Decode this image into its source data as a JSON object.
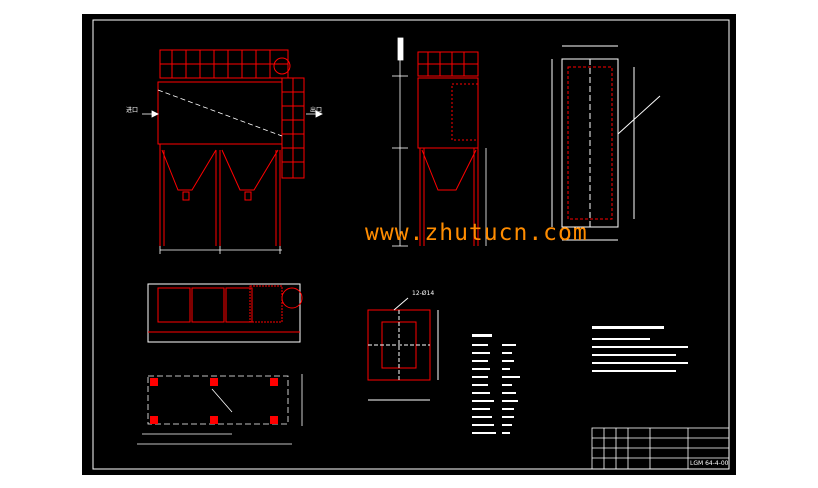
{
  "watermark": {
    "text": "www.zhutucn.com",
    "color": "#ff8c00"
  },
  "colors": {
    "background": "#000000",
    "outline": "#ff0000",
    "white_lines": "#ffffff",
    "frame": "#ffffff"
  },
  "labels": {
    "inlet": "进口",
    "outlet": "出口",
    "hole_note": "12-Ø14",
    "title_block_code": "LGM 64-4-00"
  }
}
